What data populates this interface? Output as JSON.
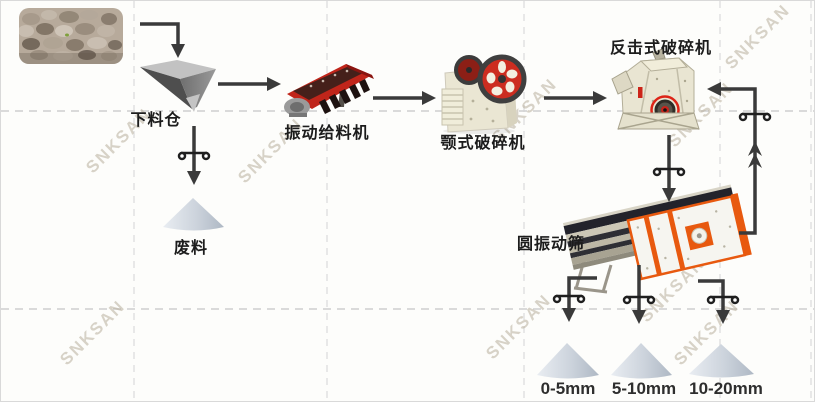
{
  "diagram": {
    "watermark": "SNKSAN",
    "labels": {
      "hopper": "下料仓",
      "waste": "废料",
      "feeder": "振动给料机",
      "jaw_crusher": "颚式破碎机",
      "impact_crusher": "反击式破碎机",
      "screen": "圆振动筛",
      "product_small": "0-5mm",
      "product_medium": "5-10mm",
      "product_large": "10-20mm"
    },
    "colors": {
      "arrow": "#3a3a3a",
      "machine_red": "#c5281c",
      "machine_beige": "#eae6d3",
      "screen_orange": "#e8590f",
      "pile_gray": "#bfc8d3",
      "grid_line": "#dcdcdc",
      "watermark_gray": "#d8d2c4"
    }
  }
}
